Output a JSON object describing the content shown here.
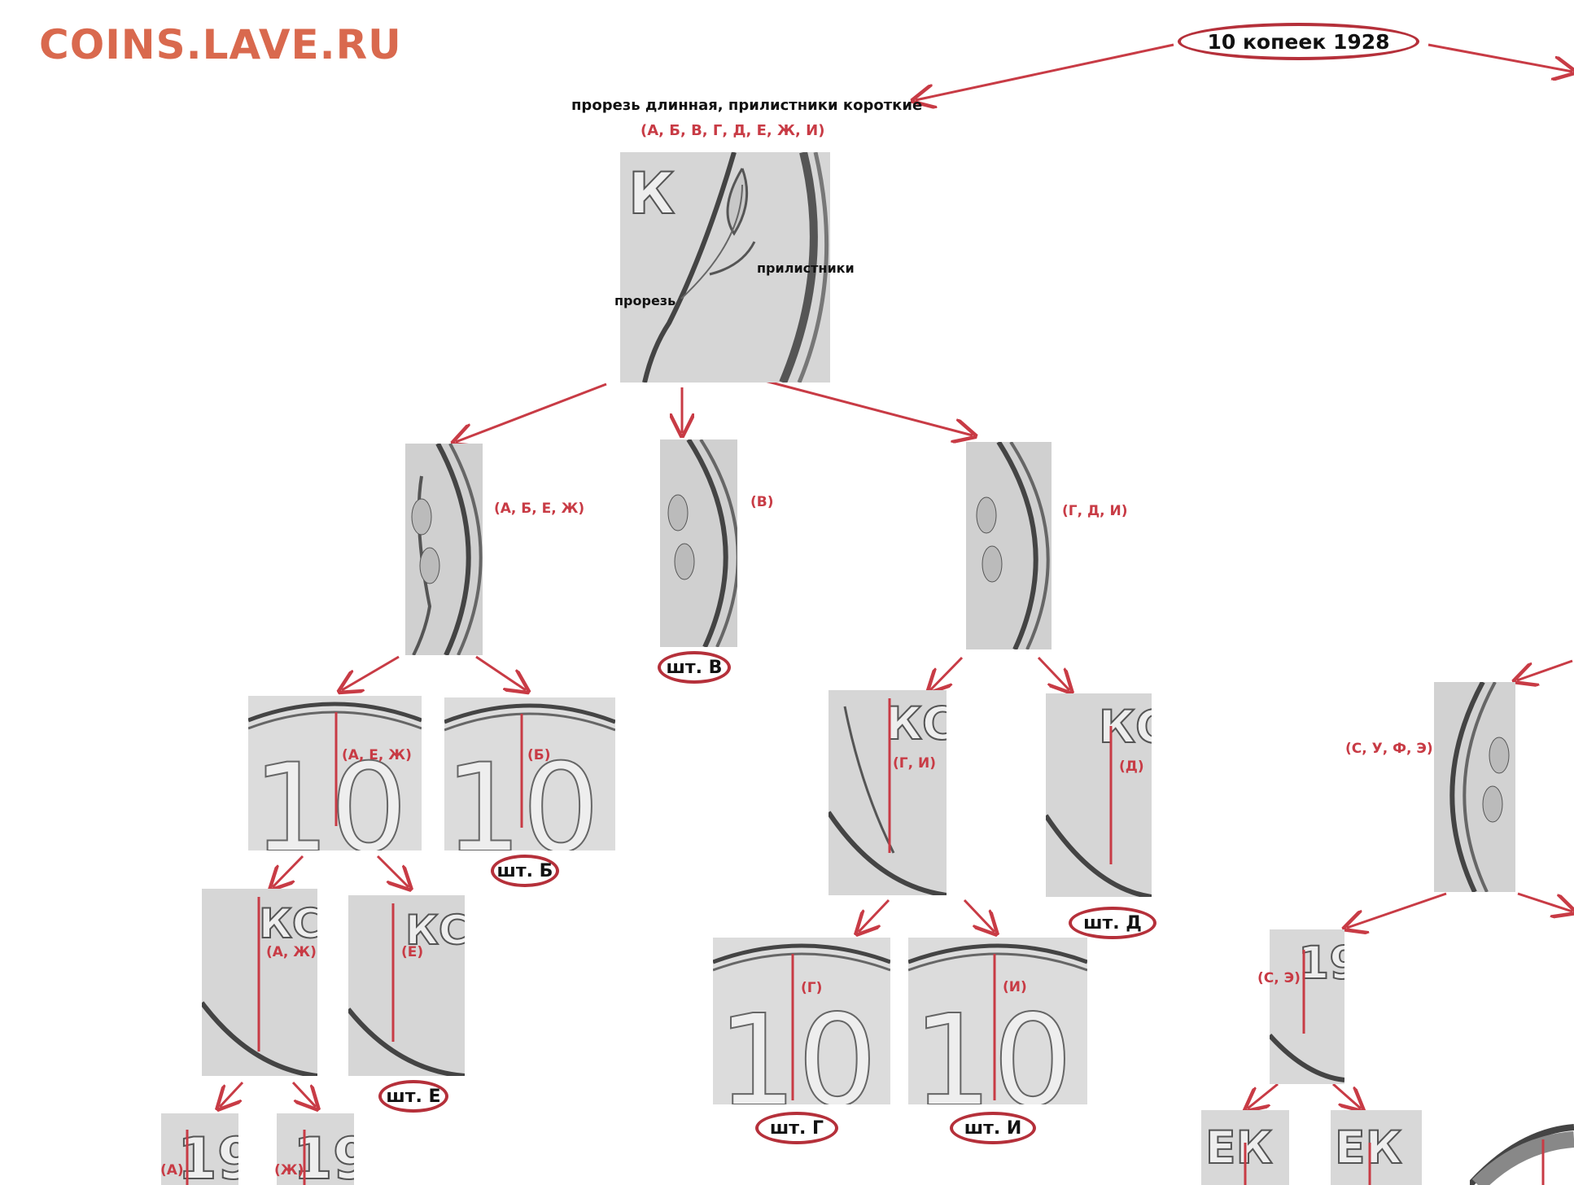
{
  "site": {
    "logo": "COINS.LAVE.RU"
  },
  "root": {
    "label": "10 копеек 1928"
  },
  "group_main": {
    "title": "прорезь длинная, прилистники короткие",
    "dies": "(А, Б, В, Г, Д, Е, Ж, И)",
    "annot_prilist": "прилистники",
    "annot_prorez": "прорезь"
  },
  "branches": {
    "abezh": "(А, Б, Е, Ж)",
    "v": "(В)",
    "gdi": "(Г, Д, И)",
    "aezh": "(А, Е, Ж)",
    "b": "(Б)",
    "gi": "(Г, И)",
    "d": "(Д)",
    "azh": "(А, Ж)",
    "e": "(Е)",
    "g": "(Г)",
    "i": "(И)",
    "a": "(А)",
    "zh": "(Ж)",
    "sufe": "(С, У, Ф, Э)",
    "se": "(С, Э)"
  },
  "dies": {
    "v": "шт. В",
    "b": "шт. Б",
    "d": "шт. Д",
    "e": "шт. Е",
    "g": "шт. Г",
    "i": "шт. И"
  },
  "colors": {
    "logo": "#d9694e",
    "arrow": "#c83b45",
    "outline": "#b5303a"
  }
}
